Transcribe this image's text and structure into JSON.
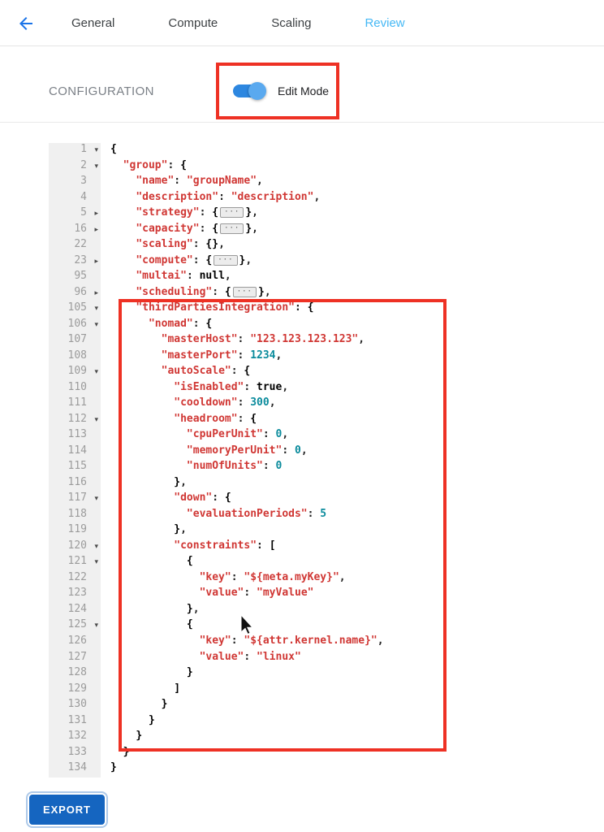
{
  "header": {
    "back_icon": "arrow-back",
    "tabs": [
      {
        "label": "General",
        "active": false
      },
      {
        "label": "Compute",
        "active": false
      },
      {
        "label": "Scaling",
        "active": false
      },
      {
        "label": "Review",
        "active": true
      }
    ]
  },
  "config": {
    "label": "CONFIGURATION",
    "edit_mode_label": "Edit Mode",
    "edit_mode_on": true
  },
  "editor": {
    "lines": [
      {
        "n": "1",
        "f": "open",
        "t": [
          [
            "{",
            "brace"
          ]
        ]
      },
      {
        "n": "2",
        "f": "open",
        "t": [
          [
            "  ",
            ""
          ],
          [
            "\"group\"",
            "key"
          ],
          [
            ": ",
            "punc"
          ],
          [
            "{",
            "brace"
          ]
        ]
      },
      {
        "n": "3",
        "f": "",
        "t": [
          [
            "    ",
            ""
          ],
          [
            "\"name\"",
            "key"
          ],
          [
            ": ",
            "punc"
          ],
          [
            "\"groupName\"",
            "str"
          ],
          [
            ",",
            "punc"
          ]
        ]
      },
      {
        "n": "4",
        "f": "",
        "t": [
          [
            "    ",
            ""
          ],
          [
            "\"description\"",
            "key"
          ],
          [
            ": ",
            "punc"
          ],
          [
            "\"description\"",
            "str"
          ],
          [
            ",",
            "punc"
          ]
        ]
      },
      {
        "n": "5",
        "f": "closed",
        "t": [
          [
            "    ",
            ""
          ],
          [
            "\"strategy\"",
            "key"
          ],
          [
            ": ",
            "punc"
          ],
          [
            "{",
            "brace"
          ],
          [
            "···",
            "fold"
          ],
          [
            "}",
            "brace"
          ],
          [
            ",",
            "punc"
          ]
        ]
      },
      {
        "n": "16",
        "f": "closed",
        "t": [
          [
            "    ",
            ""
          ],
          [
            "\"capacity\"",
            "key"
          ],
          [
            ": ",
            "punc"
          ],
          [
            "{",
            "brace"
          ],
          [
            "···",
            "fold"
          ],
          [
            "}",
            "brace"
          ],
          [
            ",",
            "punc"
          ]
        ]
      },
      {
        "n": "22",
        "f": "",
        "t": [
          [
            "    ",
            ""
          ],
          [
            "\"scaling\"",
            "key"
          ],
          [
            ": ",
            "punc"
          ],
          [
            "{}",
            "brace"
          ],
          [
            ",",
            "punc"
          ]
        ]
      },
      {
        "n": "23",
        "f": "closed",
        "t": [
          [
            "    ",
            ""
          ],
          [
            "\"compute\"",
            "key"
          ],
          [
            ": ",
            "punc"
          ],
          [
            "{",
            "brace"
          ],
          [
            "···",
            "fold"
          ],
          [
            "}",
            "brace"
          ],
          [
            ",",
            "punc"
          ]
        ]
      },
      {
        "n": "95",
        "f": "",
        "t": [
          [
            "    ",
            ""
          ],
          [
            "\"multai\"",
            "key"
          ],
          [
            ": ",
            "punc"
          ],
          [
            "null",
            "kw"
          ],
          [
            ",",
            "punc"
          ]
        ]
      },
      {
        "n": "96",
        "f": "closed",
        "t": [
          [
            "    ",
            ""
          ],
          [
            "\"scheduling\"",
            "key"
          ],
          [
            ": ",
            "punc"
          ],
          [
            "{",
            "brace"
          ],
          [
            "···",
            "fold"
          ],
          [
            "}",
            "brace"
          ],
          [
            ",",
            "punc"
          ]
        ]
      },
      {
        "n": "105",
        "f": "open",
        "t": [
          [
            "    ",
            ""
          ],
          [
            "\"thirdPartiesIntegration\"",
            "key"
          ],
          [
            ": ",
            "punc"
          ],
          [
            "{",
            "brace"
          ]
        ]
      },
      {
        "n": "106",
        "f": "open",
        "t": [
          [
            "      ",
            ""
          ],
          [
            "\"nomad\"",
            "key"
          ],
          [
            ": ",
            "punc"
          ],
          [
            "{",
            "brace"
          ]
        ]
      },
      {
        "n": "107",
        "f": "",
        "t": [
          [
            "        ",
            ""
          ],
          [
            "\"masterHost\"",
            "key"
          ],
          [
            ": ",
            "punc"
          ],
          [
            "\"123.123.123.123\"",
            "str"
          ],
          [
            ",",
            "punc"
          ]
        ]
      },
      {
        "n": "108",
        "f": "",
        "t": [
          [
            "        ",
            ""
          ],
          [
            "\"masterPort\"",
            "key"
          ],
          [
            ": ",
            "punc"
          ],
          [
            "1234",
            "num"
          ],
          [
            ",",
            "punc"
          ]
        ]
      },
      {
        "n": "109",
        "f": "open",
        "t": [
          [
            "        ",
            ""
          ],
          [
            "\"autoScale\"",
            "key"
          ],
          [
            ": ",
            "punc"
          ],
          [
            "{",
            "brace"
          ]
        ]
      },
      {
        "n": "110",
        "f": "",
        "t": [
          [
            "          ",
            ""
          ],
          [
            "\"isEnabled\"",
            "key"
          ],
          [
            ": ",
            "punc"
          ],
          [
            "true",
            "kw"
          ],
          [
            ",",
            "punc"
          ]
        ]
      },
      {
        "n": "111",
        "f": "",
        "t": [
          [
            "          ",
            ""
          ],
          [
            "\"cooldown\"",
            "key"
          ],
          [
            ": ",
            "punc"
          ],
          [
            "300",
            "num"
          ],
          [
            ",",
            "punc"
          ]
        ]
      },
      {
        "n": "112",
        "f": "open",
        "t": [
          [
            "          ",
            ""
          ],
          [
            "\"headroom\"",
            "key"
          ],
          [
            ": ",
            "punc"
          ],
          [
            "{",
            "brace"
          ]
        ]
      },
      {
        "n": "113",
        "f": "",
        "t": [
          [
            "            ",
            ""
          ],
          [
            "\"cpuPerUnit\"",
            "key"
          ],
          [
            ": ",
            "punc"
          ],
          [
            "0",
            "num"
          ],
          [
            ",",
            "punc"
          ]
        ]
      },
      {
        "n": "114",
        "f": "",
        "t": [
          [
            "            ",
            ""
          ],
          [
            "\"memoryPerUnit\"",
            "key"
          ],
          [
            ": ",
            "punc"
          ],
          [
            "0",
            "num"
          ],
          [
            ",",
            "punc"
          ]
        ]
      },
      {
        "n": "115",
        "f": "",
        "t": [
          [
            "            ",
            ""
          ],
          [
            "\"numOfUnits\"",
            "key"
          ],
          [
            ": ",
            "punc"
          ],
          [
            "0",
            "num"
          ]
        ]
      },
      {
        "n": "116",
        "f": "",
        "t": [
          [
            "          ",
            ""
          ],
          [
            "}",
            "brace"
          ],
          [
            ",",
            "punc"
          ]
        ]
      },
      {
        "n": "117",
        "f": "open",
        "t": [
          [
            "          ",
            ""
          ],
          [
            "\"down\"",
            "key"
          ],
          [
            ": ",
            "punc"
          ],
          [
            "{",
            "brace"
          ]
        ]
      },
      {
        "n": "118",
        "f": "",
        "t": [
          [
            "            ",
            ""
          ],
          [
            "\"evaluationPeriods\"",
            "key"
          ],
          [
            ": ",
            "punc"
          ],
          [
            "5",
            "num"
          ]
        ]
      },
      {
        "n": "119",
        "f": "",
        "t": [
          [
            "          ",
            ""
          ],
          [
            "}",
            "brace"
          ],
          [
            ",",
            "punc"
          ]
        ]
      },
      {
        "n": "120",
        "f": "open",
        "t": [
          [
            "          ",
            ""
          ],
          [
            "\"constraints\"",
            "key"
          ],
          [
            ": ",
            "punc"
          ],
          [
            "[",
            "brace"
          ]
        ]
      },
      {
        "n": "121",
        "f": "open",
        "t": [
          [
            "            ",
            ""
          ],
          [
            "{",
            "brace"
          ]
        ]
      },
      {
        "n": "122",
        "f": "",
        "t": [
          [
            "              ",
            ""
          ],
          [
            "\"key\"",
            "key"
          ],
          [
            ": ",
            "punc"
          ],
          [
            "\"${meta.myKey}\"",
            "str"
          ],
          [
            ",",
            "punc"
          ]
        ]
      },
      {
        "n": "123",
        "f": "",
        "t": [
          [
            "              ",
            ""
          ],
          [
            "\"value\"",
            "key"
          ],
          [
            ": ",
            "punc"
          ],
          [
            "\"myValue\"",
            "str"
          ]
        ]
      },
      {
        "n": "124",
        "f": "",
        "t": [
          [
            "            ",
            ""
          ],
          [
            "}",
            "brace"
          ],
          [
            ",",
            "punc"
          ]
        ]
      },
      {
        "n": "125",
        "f": "open",
        "t": [
          [
            "            ",
            ""
          ],
          [
            "{",
            "brace"
          ]
        ]
      },
      {
        "n": "126",
        "f": "",
        "t": [
          [
            "              ",
            ""
          ],
          [
            "\"key\"",
            "key"
          ],
          [
            ": ",
            "punc"
          ],
          [
            "\"${attr.kernel.name}\"",
            "str"
          ],
          [
            ",",
            "punc"
          ]
        ]
      },
      {
        "n": "127",
        "f": "",
        "t": [
          [
            "              ",
            ""
          ],
          [
            "\"value\"",
            "key"
          ],
          [
            ": ",
            "punc"
          ],
          [
            "\"linux\"",
            "str"
          ]
        ]
      },
      {
        "n": "128",
        "f": "",
        "t": [
          [
            "            ",
            ""
          ],
          [
            "}",
            "brace"
          ]
        ]
      },
      {
        "n": "129",
        "f": "",
        "t": [
          [
            "          ",
            ""
          ],
          [
            "]",
            "brace"
          ]
        ]
      },
      {
        "n": "130",
        "f": "",
        "t": [
          [
            "        ",
            ""
          ],
          [
            "}",
            "brace"
          ]
        ]
      },
      {
        "n": "131",
        "f": "",
        "t": [
          [
            "      ",
            ""
          ],
          [
            "}",
            "brace"
          ]
        ]
      },
      {
        "n": "132",
        "f": "",
        "t": [
          [
            "    ",
            ""
          ],
          [
            "}",
            "brace"
          ]
        ]
      },
      {
        "n": "133",
        "f": "",
        "t": [
          [
            "  ",
            ""
          ],
          [
            "}",
            "brace"
          ]
        ]
      },
      {
        "n": "134",
        "f": "",
        "t": [
          [
            "}",
            "brace"
          ]
        ]
      }
    ]
  },
  "footer": {
    "export_label": "EXPORT"
  },
  "colors": {
    "accent": "#1a73e8",
    "tab_active": "#45b8f5",
    "toggle_track": "#2d87e0",
    "toggle_thumb": "#5aa9ef",
    "export_bg": "#1565c0",
    "highlight_red": "#ee3124",
    "code_red": "#d03734",
    "code_teal": "#0a8b9c",
    "gutter_bg": "#f0f0f0",
    "gutter_text": "#9b9b9b"
  }
}
